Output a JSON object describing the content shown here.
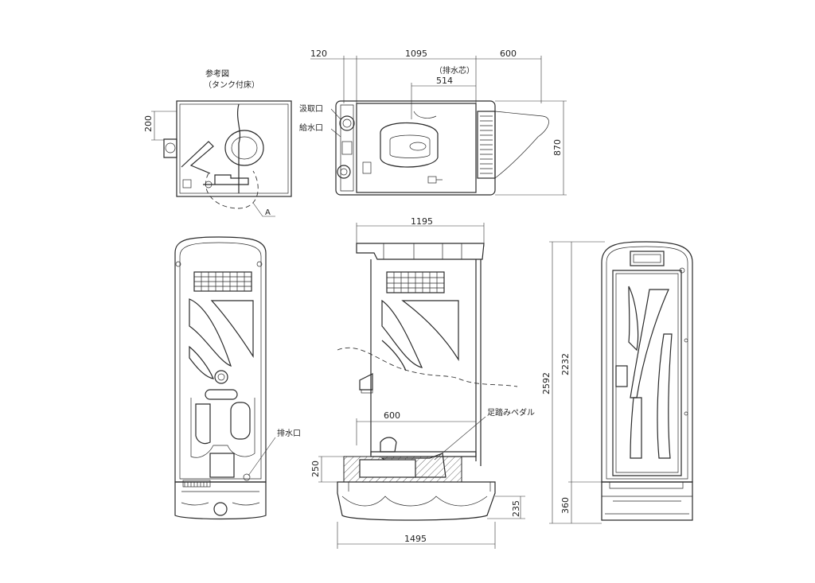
{
  "notes": {
    "reference_title": "参考図",
    "reference_sub": "（タンク付床）",
    "detail_mark": "A"
  },
  "labels": {
    "intake_port": "汲取口",
    "supply_port": "給水口",
    "drain_center": "（排水芯）",
    "drain_port": "排水口",
    "foot_pedal": "足踏みペダル"
  },
  "dimensions": {
    "top_left_margin": "120",
    "top_width": "1095",
    "top_right_ext": "600",
    "drain_offset": "514",
    "plan_depth": "870",
    "ref_offset": "200",
    "side_top_width": "1195",
    "inner_600": "600",
    "floor_height": "250",
    "base_height": "235",
    "base_width": "1495",
    "total_height": "2592",
    "body_height": "2232",
    "front_base_height": "360"
  }
}
